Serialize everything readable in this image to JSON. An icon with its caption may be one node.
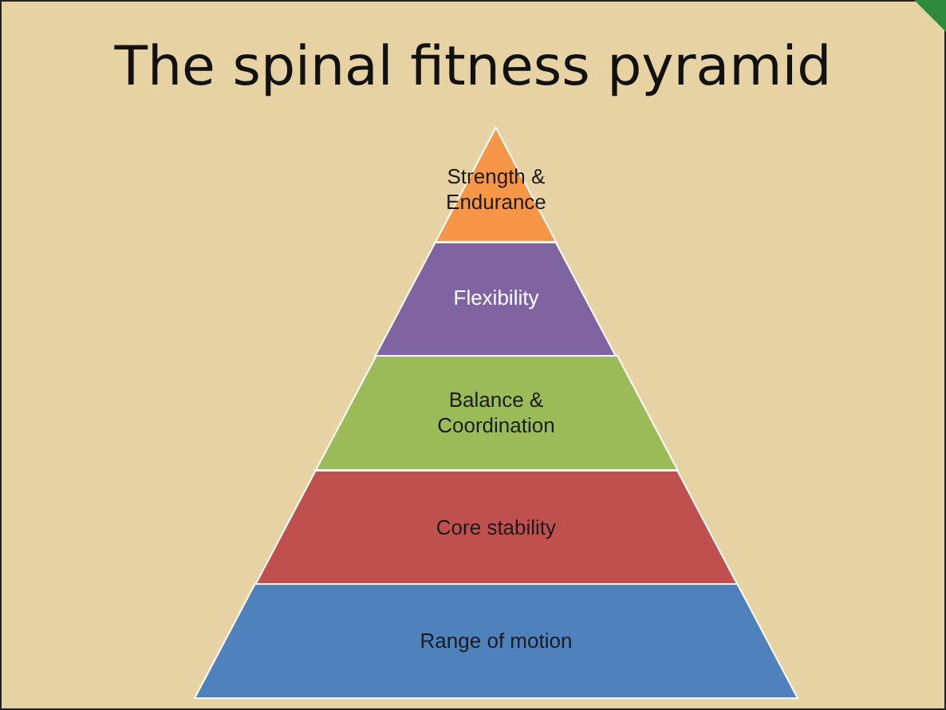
{
  "diagram": {
    "title": "The spinal fitness pyramid",
    "nodes": [
      {
        "text": [
          "Strength & Endurance"
        ]
      },
      {
        "text": [
          "Flexibility"
        ]
      },
      {
        "text": [
          "Balance & Coordination"
        ]
      },
      {
        "text": [
          "Core stability"
        ]
      },
      {
        "text": [
          "Range of motion"
        ]
      }
    ]
  }
}
